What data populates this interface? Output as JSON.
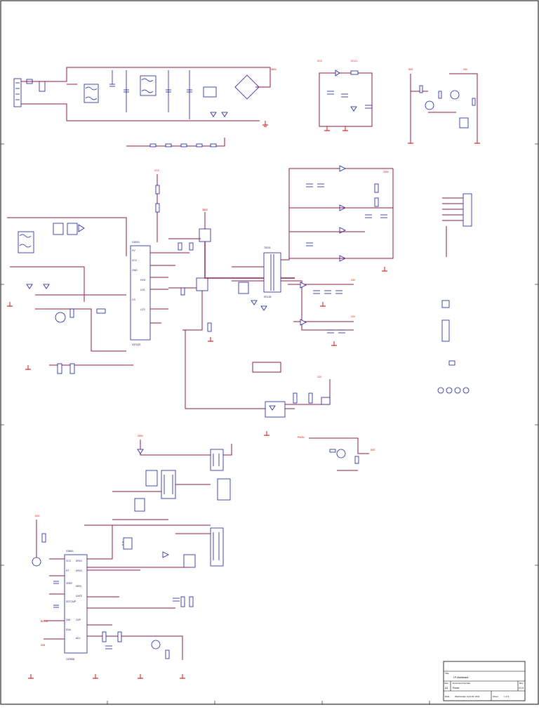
{
  "colors": {
    "wire": "#8a1a4a",
    "component": "#1a1a99",
    "power": "#cc0000",
    "frame": "#000000",
    "background": "#ffffff"
  },
  "labels": {
    "vcc": "VCC",
    "vcc1": "VCC1",
    "v380": "380V",
    "v24": "24V",
    "v12": "12V",
    "v200": "200V",
    "v5vs": "5VS",
    "pson": "PSON",
    "bl_on": "BL-ON",
    "dim": "DIM"
  },
  "ic_primary": {
    "name": "IC8201",
    "part": "ICE2QS",
    "pins": [
      "HV",
      "VCC",
      "GND",
      "HVG",
      "LVG",
      "CS",
      "LCS"
    ]
  },
  "ic_led": {
    "name": "IC8601",
    "part": "OZ9906",
    "pins": [
      "VCC",
      "RT",
      "DRV1",
      "DRV2",
      "ISEN",
      "GATE",
      "DIM",
      "ENA",
      "SSTCMP",
      "OVP",
      "VREF",
      "ADJ"
    ]
  },
  "transformer": {
    "name": "T8201",
    "part": "ERL35"
  },
  "title_block": {
    "title_label": "Title",
    "title_value": "LP-Mainboard",
    "size_label": "Size",
    "size_value": "A3",
    "doc_label": "Document Number",
    "doc_value": "Power",
    "rev_label": "Rev",
    "rev_value": "V1.0",
    "date_label": "Date:",
    "date_value": "Wednesday, April 20, 2011",
    "sheet_label": "Sheet",
    "sheet_value": "1 of 1"
  }
}
